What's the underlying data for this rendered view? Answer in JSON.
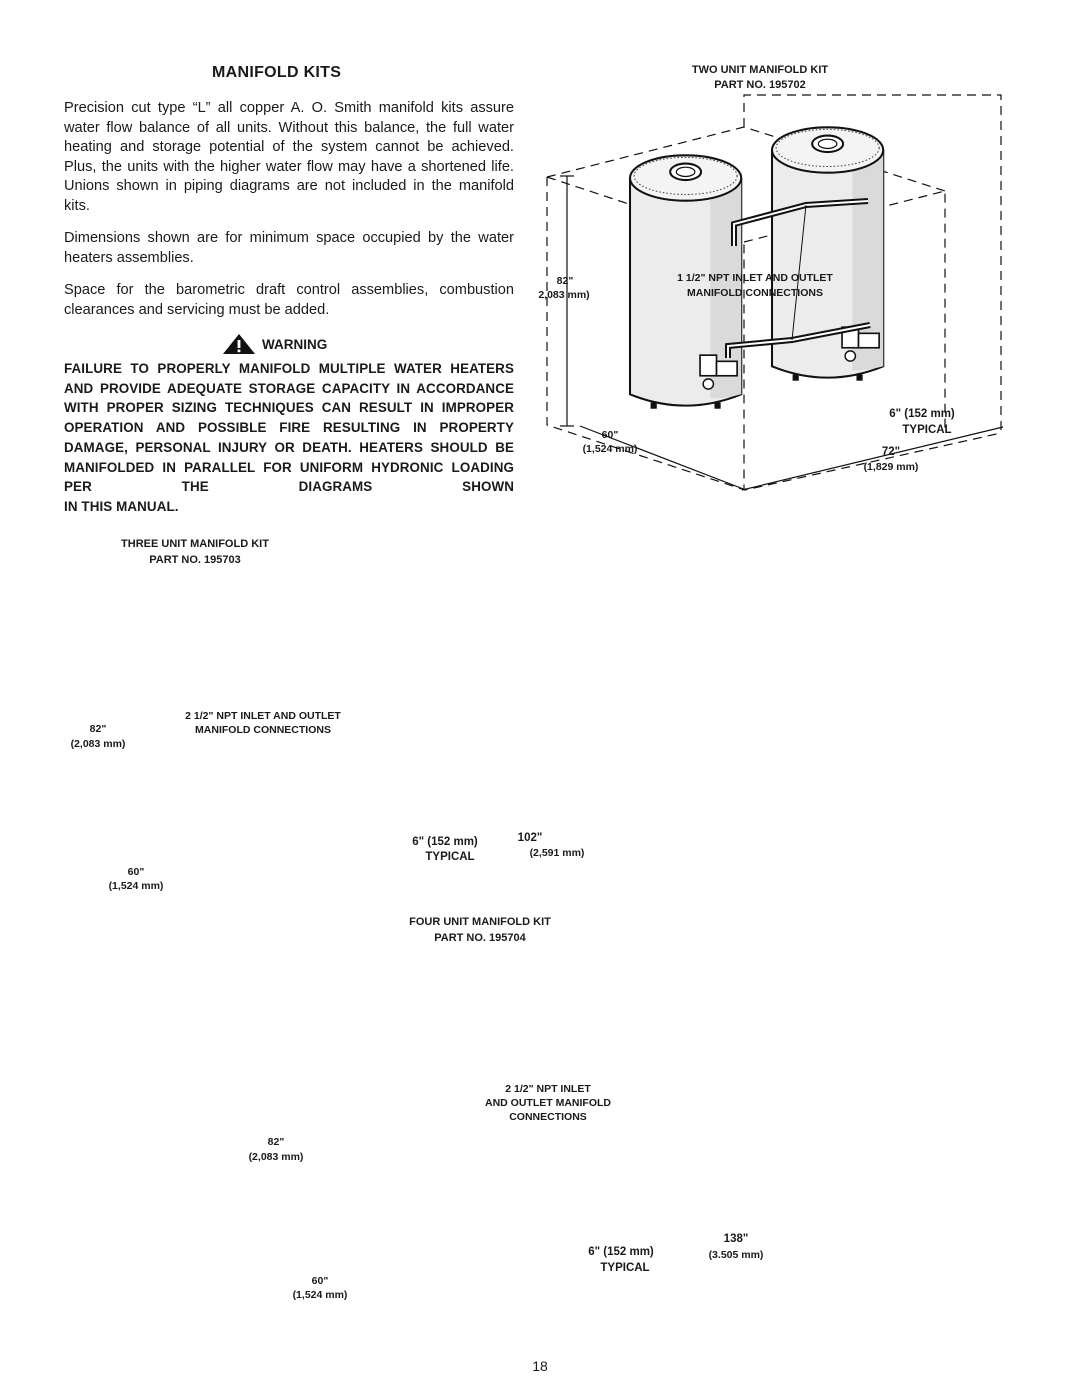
{
  "heading": "MANIFOLD KITS",
  "paragraphs": {
    "p1": "Precision cut type “L” all copper A. O. Smith manifold kits assure water flow balance of all units.  Without this balance, the full water heating and storage potential of the system cannot be achieved.  Plus, the units with the higher water flow may have a shortened life.  Unions shown in piping diagrams are not included in the manifold kits.",
    "p2": "Dimensions shown are for minimum space occupied by the water heaters assemblies.",
    "p3": "Space for the barometric draft control assemblies, combustion clearances and servicing must be added."
  },
  "warning": {
    "label": "WARNING",
    "body": "FAILURE TO PROPERLY MANIFOLD MULTIPLE WATER HEATERS AND PROVIDE ADEQUATE STORAGE CAPACITY IN ACCORDANCE WITH PROPER SIZING TECHNIQUES CAN RESULT IN IMPROPER OPERATION AND POSSIBLE FIRE RESULTING IN PROPERTY DAMAGE, PERSONAL INJURY OR DEATH. HEATERS SHOULD BE MANIFOLDED IN PARALLEL FOR UNIFORM HYDRONIC LOADING PER THE DIAGRAMS SHOWN",
    "body_last": "IN THIS MANUAL."
  },
  "figures": {
    "two_unit": {
      "title": "TWO UNIT MANIFOLD KIT",
      "part": "PART NO. 195702",
      "connections": "1 1/2\" NPT INLET AND OUTLET",
      "connections_2": "MANIFOLD CONNECTIONS",
      "height_in": "82\"",
      "height_mm": "2,083 mm)",
      "depth_in": "60\"",
      "depth_mm": "(1,524 mm)",
      "spacing": "6\" (152 mm)",
      "spacing_2": "TYPICAL",
      "width_in": "72\"",
      "width_mm": "(1,829 mm)"
    },
    "three_unit": {
      "title": "THREE UNIT MANIFOLD KIT",
      "part": "PART NO. 195703",
      "connections": "2 1/2\" NPT INLET AND OUTLET",
      "connections_2": "MANIFOLD CONNECTIONS",
      "height_in": "82\"",
      "height_mm": "(2,083 mm)",
      "depth_in": "60\"",
      "depth_mm": "(1,524 mm)",
      "spacing": "6\" (152 mm)",
      "spacing_2": "TYPICAL",
      "width_in": "102\"",
      "width_mm": "(2,591 mm)"
    },
    "four_unit": {
      "title": "FOUR UNIT MANIFOLD KIT",
      "part": "PART NO. 195704",
      "connections": "2 1/2\" NPT INLET",
      "connections_2": "AND OUTLET MANIFOLD",
      "connections_3": "CONNECTIONS",
      "height_in": "82\"",
      "height_mm": "(2,083 mm)",
      "depth_in": "60\"",
      "depth_mm": "(1,524 mm)",
      "spacing": "6\" (152 mm)",
      "spacing_2": "TYPICAL",
      "width_in": "138\"",
      "width_mm": "(3.505 mm)"
    }
  },
  "page_number": "18"
}
